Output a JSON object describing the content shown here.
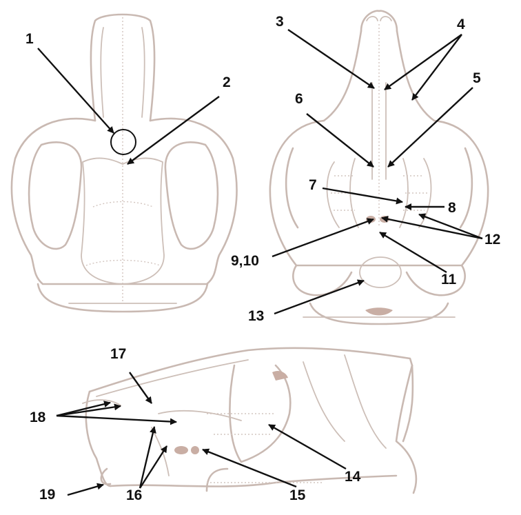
{
  "labels": [
    {
      "key": "l1",
      "text": "1"
    },
    {
      "key": "l2",
      "text": "2"
    },
    {
      "key": "l3",
      "text": "3"
    },
    {
      "key": "l4",
      "text": "4"
    },
    {
      "key": "l5",
      "text": "5"
    },
    {
      "key": "l6",
      "text": "6"
    },
    {
      "key": "l7",
      "text": "7"
    },
    {
      "key": "l8",
      "text": "8"
    },
    {
      "key": "l9",
      "text": "9,10"
    },
    {
      "key": "l11",
      "text": "11"
    },
    {
      "key": "l12",
      "text": "12"
    },
    {
      "key": "l13",
      "text": "13"
    },
    {
      "key": "l14",
      "text": "14"
    },
    {
      "key": "l15",
      "text": "15"
    },
    {
      "key": "l16",
      "text": "16"
    },
    {
      "key": "l17",
      "text": "17"
    },
    {
      "key": "l18",
      "text": "18"
    },
    {
      "key": "l19",
      "text": "19"
    }
  ],
  "colors": {
    "bone_outline": "#c9b9b2",
    "arrow": "#111111",
    "label": "#111111"
  }
}
